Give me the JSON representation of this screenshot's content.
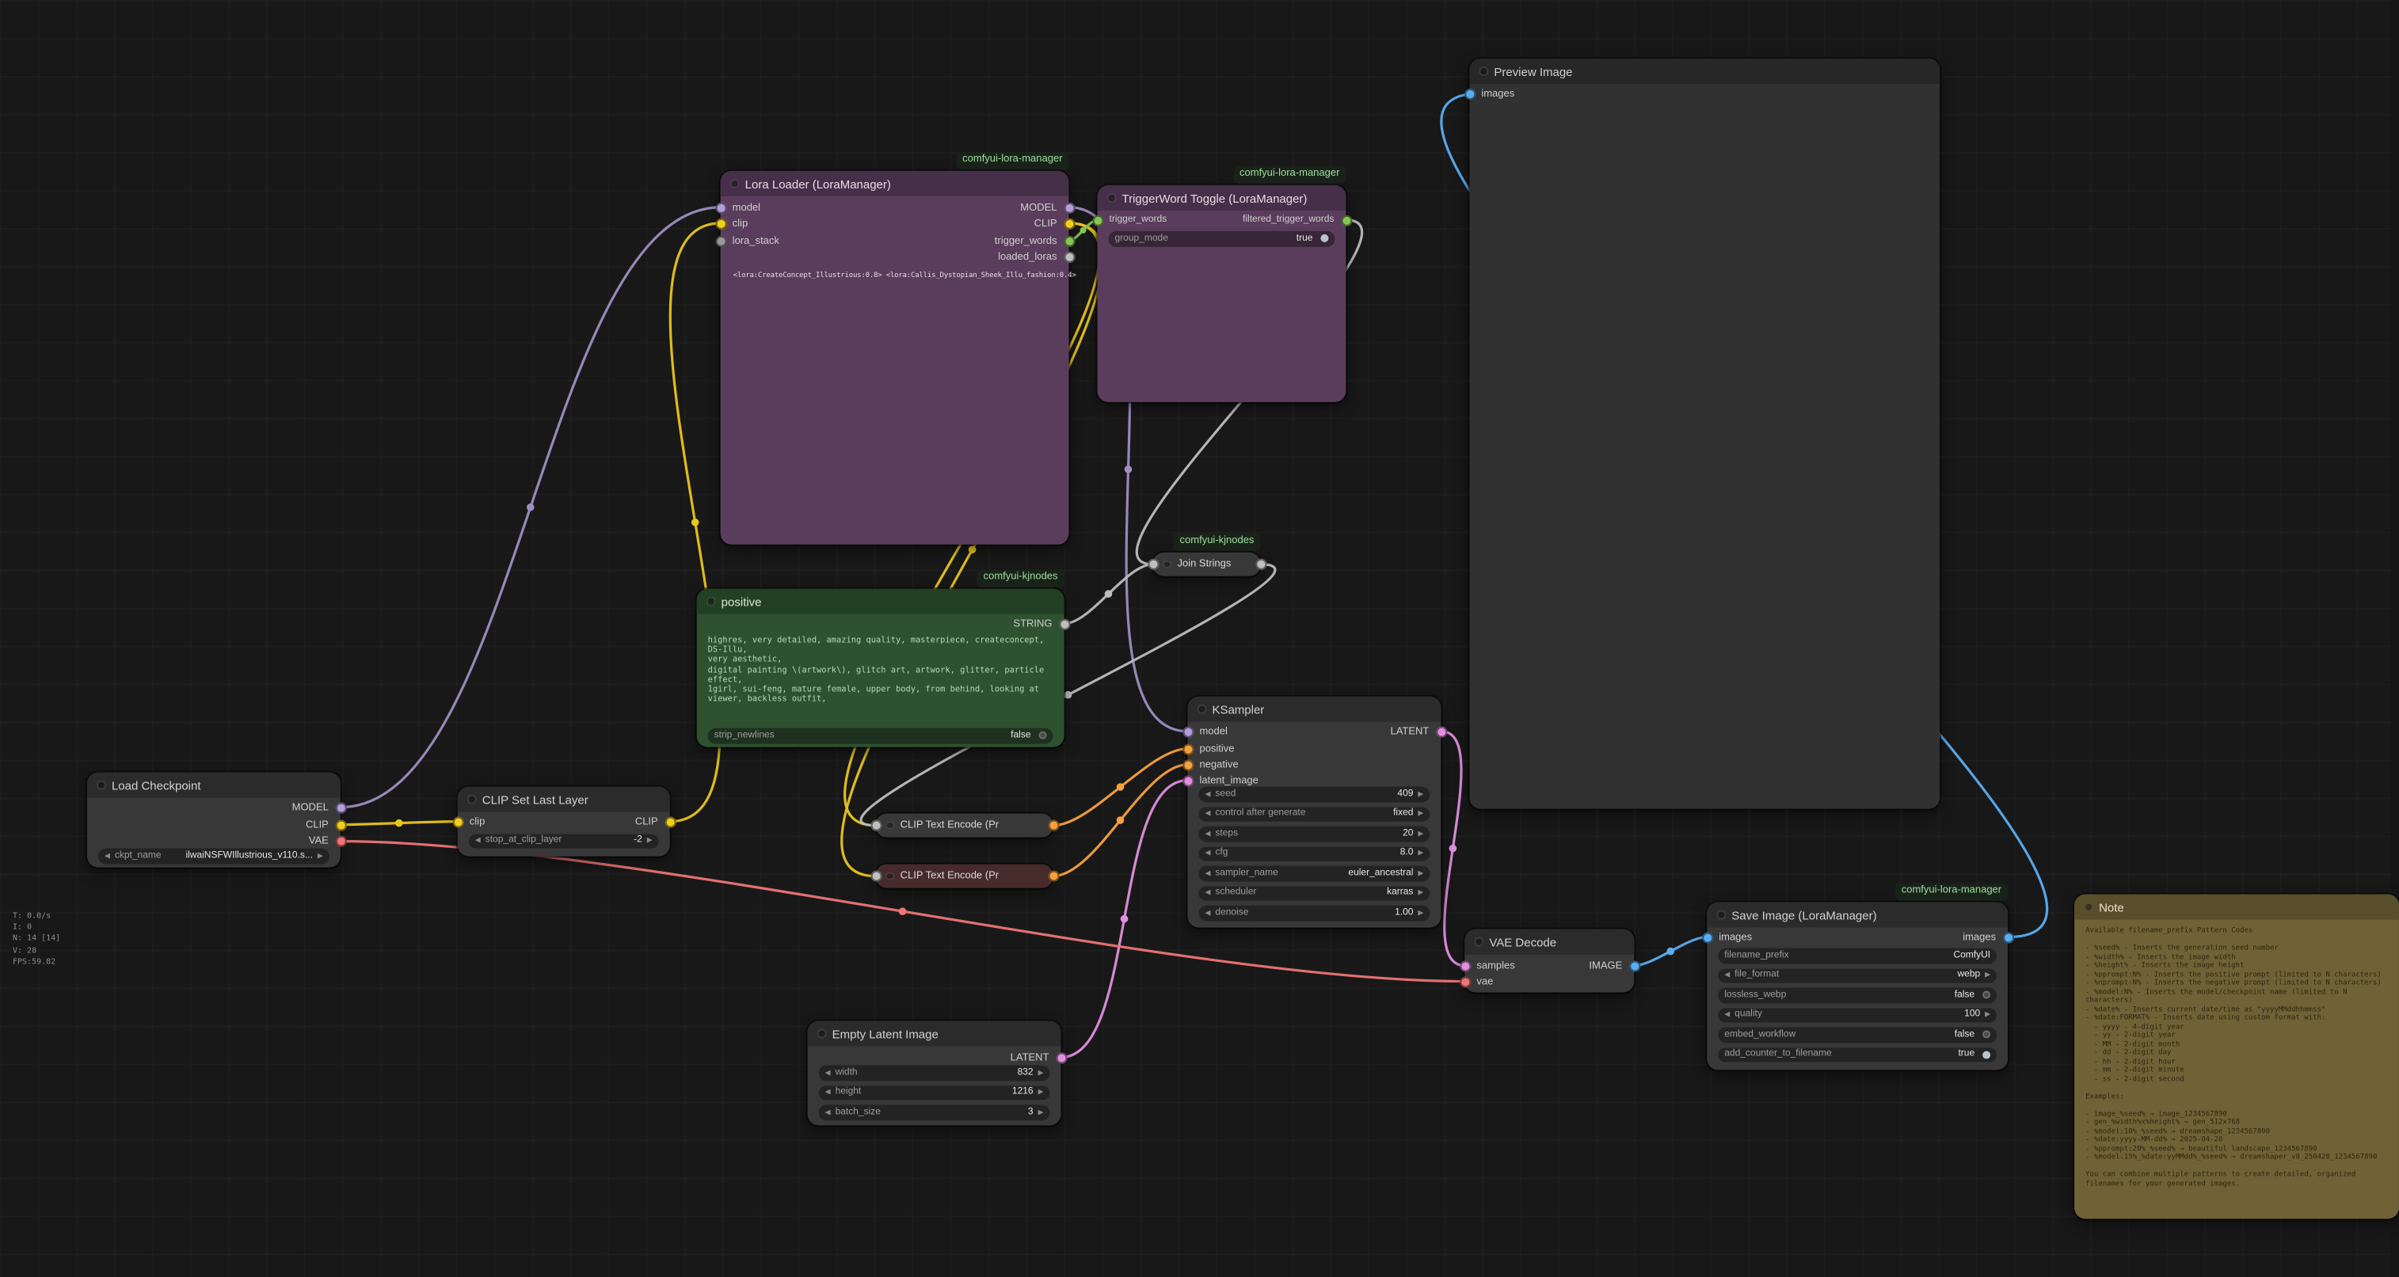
{
  "stats": {
    "t": "T: 0.0/s",
    "i": "I: 0",
    "n": "N: 14 [14]",
    "v": "V: 28",
    "fps": "FPS:59.82"
  },
  "glyphs": {
    "left": "◀",
    "right": "▶"
  },
  "badges": {
    "lora_manager": "comfyui-lora-manager",
    "kjnodes": "comfyui-kjnodes"
  },
  "colors": {
    "model": "#b39ddb",
    "clip": "#f2cf1f",
    "vae": "#ef7576",
    "latent": "#e08fe0",
    "conditioning": "#f5a13d",
    "image": "#58aef2",
    "string": "#bfbfbf",
    "trigger_words": "#86c556",
    "badge_text": "#9ddf9d",
    "node_purple": "#5a3d5c",
    "node_green": "#2e5130",
    "note_bg": "#6f6236"
  },
  "nodes": {
    "load_checkpoint": {
      "title": "Load Checkpoint",
      "outputs": {
        "model": "MODEL",
        "clip": "CLIP",
        "vae": "VAE"
      },
      "widgets": {
        "ckpt_name": {
          "name": "ckpt_name",
          "value": "ilwaiNSFWIllustrious_v110.s..."
        }
      }
    },
    "clip_set_last_layer": {
      "title": "CLIP Set Last Layer",
      "inputs": {
        "clip": "clip"
      },
      "outputs": {
        "clip": "CLIP"
      },
      "widgets": {
        "stop_at_clip_layer": {
          "name": "stop_at_clip_layer",
          "value": "-2"
        }
      }
    },
    "lora_loader": {
      "title": "Lora Loader (LoraManager)",
      "inputs": {
        "model": "model",
        "clip": "clip",
        "lora_stack": "lora_stack"
      },
      "outputs": {
        "model": "MODEL",
        "clip": "CLIP",
        "trigger_words": "trigger_words",
        "loaded_loras": "loaded_loras"
      },
      "text": "<lora:CreateConcept_Illustrious:0.8> <lora:Callis_Dystopian_Sheek_Illu_fashion:0.4>"
    },
    "triggerword_toggle": {
      "title": "TriggerWord Toggle (LoraManager)",
      "inputs": {
        "trigger_words": "trigger_words"
      },
      "outputs": {
        "filtered_trigger_words": "filtered_trigger_words"
      },
      "widgets": {
        "group_mode": {
          "name": "group_mode",
          "value": "true"
        }
      }
    },
    "positive": {
      "title": "positive",
      "outputs": {
        "string": "STRING"
      },
      "text": "highres, very detailed, amazing quality, masterpiece, createconcept, DS-Illu,\nvery aesthetic,\ndigital painting \\(artwork\\), glitch art, artwork, glitter, particle effect,\n1girl, sui-feng, mature female, upper body, from behind, looking at viewer, backless outfit,",
      "widgets": {
        "strip_newlines": {
          "name": "strip_newlines",
          "value": "false"
        }
      }
    },
    "join_strings": {
      "title": "Join Strings"
    },
    "clip_text_encode_1": {
      "title": "CLIP Text Encode (Pr"
    },
    "clip_text_encode_2": {
      "title": "CLIP Text Encode (Pr"
    },
    "ksampler": {
      "title": "KSampler",
      "inputs": {
        "model": "model",
        "positive": "positive",
        "negative": "negative",
        "latent_image": "latent_image"
      },
      "outputs": {
        "latent": "LATENT"
      },
      "widgets": {
        "seed": {
          "name": "seed",
          "value": "409"
        },
        "control_after_generate": {
          "name": "control after generate",
          "value": "fixed"
        },
        "steps": {
          "name": "steps",
          "value": "20"
        },
        "cfg": {
          "name": "cfg",
          "value": "8.0"
        },
        "sampler_name": {
          "name": "sampler_name",
          "value": "euler_ancestral"
        },
        "scheduler": {
          "name": "scheduler",
          "value": "karras"
        },
        "denoise": {
          "name": "denoise",
          "value": "1.00"
        }
      }
    },
    "empty_latent": {
      "title": "Empty Latent Image",
      "outputs": {
        "latent": "LATENT"
      },
      "widgets": {
        "width": {
          "name": "width",
          "value": "832"
        },
        "height": {
          "name": "height",
          "value": "1216"
        },
        "batch_size": {
          "name": "batch_size",
          "value": "3"
        }
      }
    },
    "vae_decode": {
      "title": "VAE Decode",
      "inputs": {
        "samples": "samples",
        "vae": "vae"
      },
      "outputs": {
        "image": "IMAGE"
      }
    },
    "save_image": {
      "title": "Save Image (LoraManager)",
      "inputs": {
        "images": "images"
      },
      "outputs": {
        "images": "images"
      },
      "widgets": {
        "filename_prefix": {
          "name": "filename_prefix",
          "value": "ComfyUI"
        },
        "file_format": {
          "name": "file_format",
          "value": "webp"
        },
        "lossless_webp": {
          "name": "lossless_webp",
          "value": "false"
        },
        "quality": {
          "name": "quality",
          "value": "100"
        },
        "embed_workflow": {
          "name": "embed_workflow",
          "value": "false"
        },
        "add_counter_to_filename": {
          "name": "add_counter_to_filename",
          "value": "true"
        }
      }
    },
    "preview_image": {
      "title": "Preview Image",
      "inputs": {
        "images": "images"
      }
    },
    "note": {
      "title": "Note",
      "text": "Available filename_prefix Pattern Codes\n\n- %seed% - Inserts the generation seed number\n- %width% - Inserts the image width\n- %height% - Inserts the image height\n- %pprompt:N% - Inserts the positive prompt (limited to N characters)\n- %nprompt:N% - Inserts the negative prompt (limited to N characters)\n- %model:N% - Inserts the model/checkpoint name (limited to N characters)\n- %date% - Inserts current date/time as \"yyyyMMddhhmmss\"\n- %date:FORMAT% - Inserts date using custom format with:\n  - yyyy - 4-digit year\n  - yy - 2-digit year\n  - MM - 2-digit month\n  - dd - 2-digit day\n  - hh - 2-digit hour\n  - mm - 2-digit minute\n  - ss - 2-digit second\n\nExamples:\n\n- image_%seed% → image_1234567890\n- gen_%width%x%height% → gen_512x768\n- %model:10%_%seed% → dreamshape_1234567890\n- %date:yyyy-MM-dd% → 2025-04-28\n- %pprompt:20%_%seed% → beautiful landscape_1234567890\n- %model:15%_%date:yyMMdd%_%seed% → dreamshaper_v8_250428_1234567890\n\nYou can combine multiple patterns to create detailed, organized filenames for your generated images."
    }
  }
}
